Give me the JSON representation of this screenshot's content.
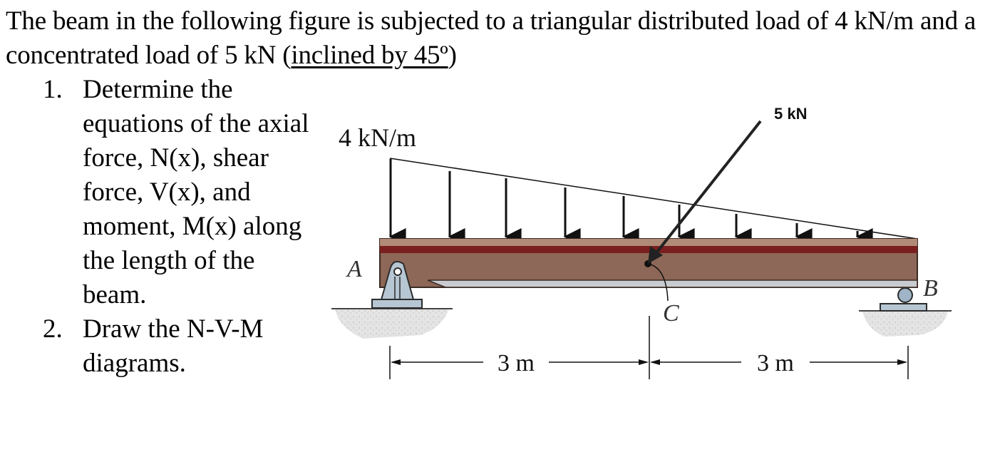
{
  "problem": {
    "intro_part1": "The beam in the following figure is subjected to a triangular distributed load of 4 kN/m and a concentrated load of 5 kN (",
    "intro_underlined": "inclined by 45º",
    "intro_end": ")"
  },
  "tasks": [
    {
      "number": "1.",
      "text": "Determine the equations of the axial force, N(x), shear force, V(x), and moment, M(x) along the length of the beam."
    },
    {
      "number": "2.",
      "text": "Draw the N-V-M diagrams."
    }
  ],
  "figure": {
    "distributed_load_label": "4 kN/m",
    "point_load_label": "5 kN",
    "support_a_label": "A",
    "support_b_label": "B",
    "point_c_label": "C",
    "dim_ac_label": "3 m",
    "dim_cb_label": "3 m",
    "colors": {
      "beam": "#8d6757",
      "beam_stripe": "#7a1f1f",
      "beam_edge": "#3a2a22",
      "support": "#b6c6d2",
      "ground": "#d9d9d9"
    }
  }
}
